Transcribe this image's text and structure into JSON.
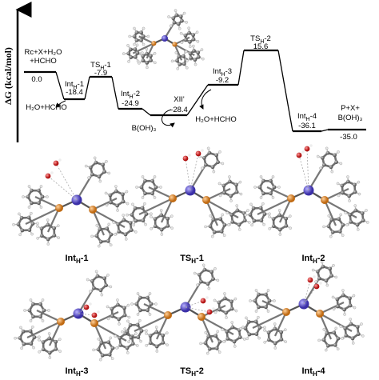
{
  "axis_label": "ΔG (kcal/mol)",
  "states": [
    {
      "id": "rc",
      "label": "Rc+X+H₂O",
      "label2": "+HCHO",
      "value": "0.0"
    },
    {
      "id": "int1",
      "label": "Int",
      "sub": "H",
      "tail": "-1",
      "value": "-18.4"
    },
    {
      "id": "ts1",
      "label": "TS",
      "sub": "H",
      "tail": "-1",
      "value": "-7.9"
    },
    {
      "id": "int2",
      "label": "Int",
      "sub": "H",
      "tail": "-2",
      "value": "-24.9"
    },
    {
      "id": "xii",
      "label": "XII'",
      "value": "-28.4"
    },
    {
      "id": "int3",
      "label": "Int",
      "sub": "H",
      "tail": "-3",
      "value": "-9.2"
    },
    {
      "id": "ts2",
      "label": "TS",
      "sub": "H",
      "tail": "-2",
      "value": "15.6"
    },
    {
      "id": "int4",
      "label": "Int",
      "sub": "H",
      "tail": "-4",
      "value": "-36.1"
    },
    {
      "id": "prod",
      "label": "P+X+",
      "label2": "B(OH)₃",
      "value": "-35.0"
    }
  ],
  "side_species": {
    "h2o_hcho_1": "H₂O+HCHO",
    "boh3": "B(OH)₃",
    "h2o_hcho_2": "H₂O+HCHO"
  },
  "captions": [
    {
      "id": "cap-int1",
      "main": "Int",
      "sub": "H",
      "tail": "-1"
    },
    {
      "id": "cap-ts1",
      "main": "TS",
      "sub": "H",
      "tail": "-1"
    },
    {
      "id": "cap-int2",
      "main": "Int",
      "sub": "H",
      "tail": "-2"
    },
    {
      "id": "cap-int3",
      "main": "Int",
      "sub": "H",
      "tail": "-3"
    },
    {
      "id": "cap-ts2",
      "main": "TS",
      "sub": "H",
      "tail": "-2"
    },
    {
      "id": "cap-int4",
      "main": "Int",
      "sub": "H",
      "tail": "-4"
    }
  ],
  "colors": {
    "metal": "#5a4fc8",
    "phosphorus": "#e08a2c",
    "carbon": "#8c8c8c",
    "hydrogen": "#d9d9d9",
    "oxygen": "#d42a2a"
  }
}
